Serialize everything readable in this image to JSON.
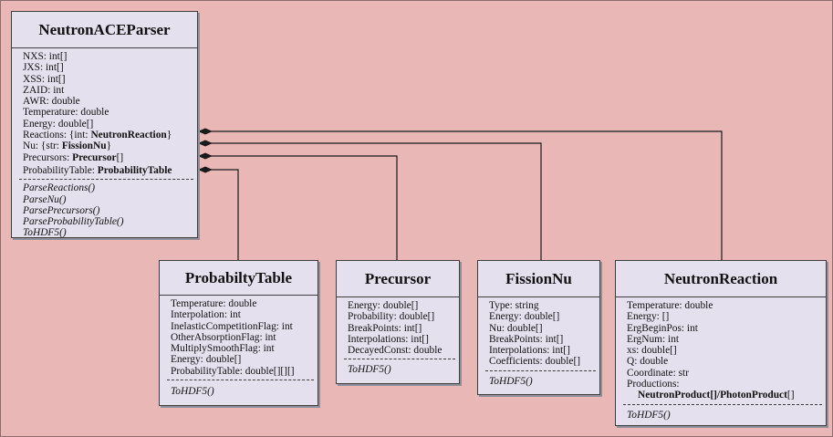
{
  "classes": {
    "parser": {
      "name": "NeutronACEParser",
      "attributes": [
        {
          "text": "NXS:  int[]"
        },
        {
          "text": "JXS:  int[]"
        },
        {
          "text": "XSS:  int[]"
        },
        {
          "text": "ZAID: int"
        },
        {
          "text": "AWR: double"
        },
        {
          "text": "Temperature:  double"
        },
        {
          "text": "Energy:  double[]"
        },
        {
          "text": "Reactions:  {int: ",
          "type": "NeutronReaction",
          "suffix": "}"
        },
        {
          "text": "Nu:  {str: ",
          "type": "FissionNu",
          "suffix": "}"
        },
        {
          "text": "Precursors:  ",
          "type": "Precursor",
          "suffix": "[]"
        },
        {
          "text": "ProbabilityTable:  ",
          "type": "ProbabilityTable",
          "suffix": ""
        }
      ],
      "methods": [
        "ParseReactions()",
        "ParseNu()",
        "ParsePrecursors()",
        "ParseProbabilityTable()",
        "ToHDF5()"
      ]
    },
    "probtable": {
      "name": "ProbabiltyTable",
      "attributes": [
        {
          "text": "Temperature:  double"
        },
        {
          "text": "Interpolation:  int"
        },
        {
          "text": "InelasticCompetitionFlag:  int"
        },
        {
          "text": "OtherAbsorptionFlag:  int"
        },
        {
          "text": "MultiplySmoothFlag:  int"
        },
        {
          "text": "Energy:  double[]"
        },
        {
          "text": "ProbabilityTable:  double[][][]"
        }
      ],
      "methods": [
        "ToHDF5()"
      ]
    },
    "precursor": {
      "name": "Precursor",
      "attributes": [
        {
          "text": "Energy:  double[]"
        },
        {
          "text": "Probability:  double[]"
        },
        {
          "text": "BreakPoints:  int[]"
        },
        {
          "text": "Interpolations:  int[]"
        },
        {
          "text": "DecayedConst:  double"
        }
      ],
      "methods": [
        "ToHDF5()"
      ]
    },
    "fissionnu": {
      "name": "FissionNu",
      "attributes": [
        {
          "text": "Type: string"
        },
        {
          "text": "Energy:  double[]"
        },
        {
          "text": "Nu:  double[]"
        },
        {
          "text": "BreakPoints:  int[]"
        },
        {
          "text": "Interpolations:  int[]"
        },
        {
          "text": "Coefficients:  double[]"
        }
      ],
      "methods": [
        "ToHDF5()"
      ]
    },
    "reaction": {
      "name": "NeutronReaction",
      "attributes": [
        {
          "text": "Temperature:  double"
        },
        {
          "text": "Energy:   []"
        },
        {
          "text": "ErgBeginPos: int"
        },
        {
          "text": "ErgNum: int"
        },
        {
          "text": "xs:  double[]"
        },
        {
          "text": "Q:  double"
        },
        {
          "text": "Coordinate:  str"
        },
        {
          "text": "Productions:"
        },
        {
          "text": "",
          "type": "NeutronProduct",
          "suffix": "[]/",
          "type2": "PhotonProduct",
          "suffix2": "[]",
          "indent": true
        }
      ],
      "methods": [
        "ToHDF5()"
      ]
    }
  },
  "connectors": [
    {
      "from": "NeutronACEParser",
      "to": "NeutronReaction",
      "kind": "composition"
    },
    {
      "from": "NeutronACEParser",
      "to": "FissionNu",
      "kind": "composition"
    },
    {
      "from": "NeutronACEParser",
      "to": "Precursor",
      "kind": "composition"
    },
    {
      "from": "NeutronACEParser",
      "to": "ProbabiltyTable",
      "kind": "composition"
    }
  ]
}
